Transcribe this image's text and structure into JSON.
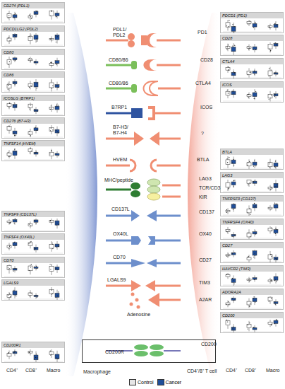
{
  "diagram": {
    "nodes": [
      {
        "text": [
          "CD274 (PDL1)"
        ]
      },
      {
        "text": [
          "PDCD1LG2 (PDL2)"
        ]
      },
      {
        "text": [
          "CD80"
        ]
      },
      {
        "text": [
          "CD86"
        ]
      },
      {
        "text": [
          "ICOSLG (B7RP1)"
        ]
      },
      {
        "text": [
          "CD276 (B7-H3)"
        ]
      },
      {
        "text": [
          "TNFSF14 (HVEM)"
        ]
      },
      {
        "text": [
          "TNFSF9 (CD137L)"
        ]
      },
      {
        "text": [
          "TNFSF4 (OX40L)"
        ]
      },
      {
        "text": [
          "CD70"
        ]
      },
      {
        "text": [
          "LGALS9"
        ]
      },
      {
        "text": [
          "CD200R1"
        ]
      },
      {
        "text": [
          "Macrophage"
        ]
      },
      {
        "text": [
          "CD4⁺/8⁺ T cell"
        ]
      },
      {
        "text": [
          "CD200R",
          "CD200"
        ]
      },
      {
        "text": [
          "PDCD1 (PD1)"
        ]
      },
      {
        "text": [
          "CD28"
        ]
      },
      {
        "text": [
          "CTLA4"
        ]
      },
      {
        "text": [
          "ICOS"
        ]
      },
      {
        "text": [
          "BTLA"
        ]
      },
      {
        "text": [
          "LAG3"
        ]
      },
      {
        "text": [
          "TNFRSF9 (CD137)"
        ]
      },
      {
        "text": [
          "TNFRSF4 (OX40)"
        ]
      },
      {
        "text": [
          "CD27"
        ]
      },
      {
        "text": [
          "HAVCR2 (TIM3)"
        ]
      },
      {
        "text": [
          "ADORA2A"
        ]
      },
      {
        "text": [
          "CD200"
        ]
      }
    ],
    "labels": [
      "PDL1/ PDL2",
      "PD1",
      "CD80/86",
      "CD28",
      "CD80/86",
      "CTLA4",
      "B7RP1",
      "ICOS",
      "B7-H3/ B7-H4",
      "?",
      "HVEM",
      "BTLA",
      "MHC/peptide",
      "LAG3",
      "TCR/CD3",
      "KIR",
      "CD137L",
      "CD137",
      "OX40L",
      "OX40",
      "CD70",
      "CD27",
      "LGALS9",
      "TIM3",
      "A2AR",
      "Adenosine",
      "CD4⁺",
      "CD8⁺",
      "Macro",
      "CD4⁺",
      "CD8⁺",
      "Macro"
    ],
    "legend": [
      {
        "text": "Control",
        "color": "#e6e6e6"
      },
      {
        "text": "Cancer",
        "color": "#1f4e99"
      }
    ]
  }
}
